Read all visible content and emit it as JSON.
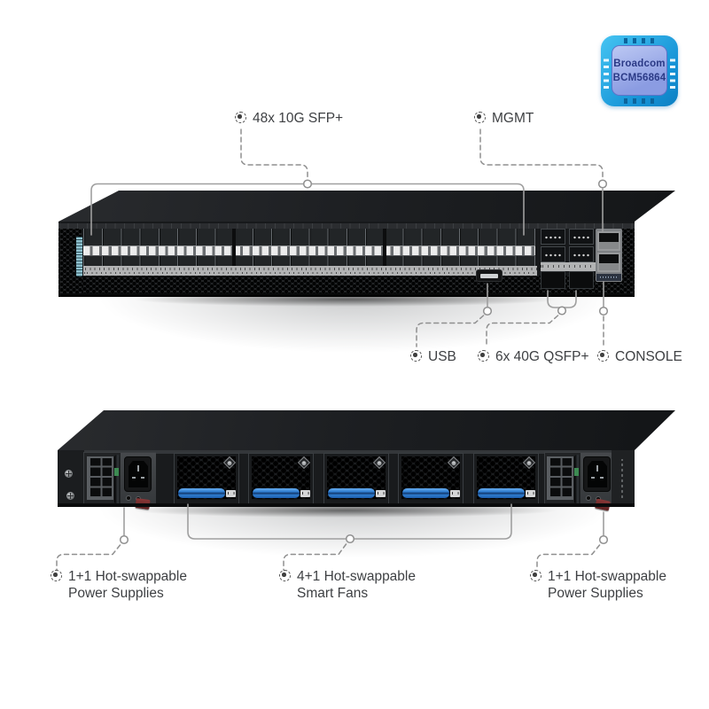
{
  "chip": {
    "vendor": "Broadcom",
    "model": "BCM56864"
  },
  "callouts": {
    "sfp": "48x 10G SFP+",
    "mgmt": "MGMT",
    "usb": "USB",
    "qsfp": "6x 40G QSFP+",
    "console": "CONSOLE",
    "psu_left_line1": "1+1 Hot-swappable",
    "psu_left_line2": "Power Supplies",
    "fans_line1": "4+1 Hot-swappable",
    "fans_line2": "Smart Fans",
    "psu_right_line1": "1+1 Hot-swappable",
    "psu_right_line2": "Power Supplies"
  },
  "colors": {
    "chip_frame": "#27aee4",
    "chip_inner": "#93a5e6",
    "chip_text": "#2b3a86",
    "fan_handle_blue": "#2e7dd1",
    "psu_tab_red": "#7a2f2f",
    "model_strip_teal": "#8fc2cf",
    "connector_line": "#9a9a9a",
    "label_text": "#3e4043"
  }
}
